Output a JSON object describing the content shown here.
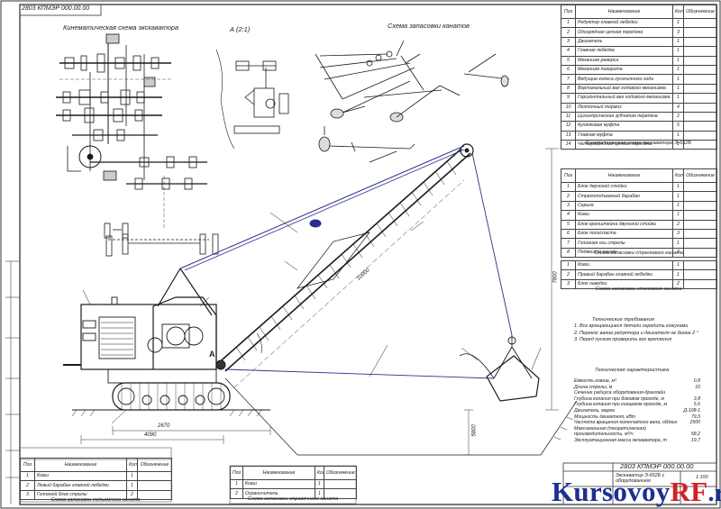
{
  "sheet": {
    "stamp_code": "2803 КПМЭР 000.00.00",
    "stamp_code_rotated": "2803 КПМЭР 000.00.00",
    "stamp_title": "Экскаватор Э-652Б с оборудованием",
    "stamp_scale": "1:100"
  },
  "views": {
    "kinematic_title": "Кинематическая схема экскаватора",
    "view_a_title": "А (2:1)",
    "ropes_title": "Схема запасовки канатов",
    "view_a_marker": "А"
  },
  "dimensions": {
    "boom_length": "10000",
    "width_a": "2670",
    "width_b": "4090",
    "height_a": "7800",
    "height_b": "5800"
  },
  "kinematic_table": {
    "headers": [
      "Поз",
      "Наименование",
      "Кол",
      "Обозначение"
    ],
    "rows": [
      [
        "1",
        "Редуктор главной лебедки",
        "1",
        ""
      ],
      [
        "2",
        "Однорядная цепная передача",
        "3",
        ""
      ],
      [
        "3",
        "Двигатель",
        "1",
        ""
      ],
      [
        "4",
        "Главная лебедка",
        "1",
        ""
      ],
      [
        "5",
        "Механизм реверса",
        "1",
        ""
      ],
      [
        "6",
        "Механизм поворота",
        "1",
        ""
      ],
      [
        "7",
        "Ведущие колеса гусеничного хода",
        "1",
        ""
      ],
      [
        "8",
        "Вертикальный вал ходового механизма",
        "1",
        ""
      ],
      [
        "9",
        "Горизонтальный вал ходового механизма",
        "1",
        ""
      ],
      [
        "10",
        "Ленточный тормоз",
        "4",
        ""
      ],
      [
        "11",
        "Цилиндрическая зубчатая передача",
        "2",
        ""
      ],
      [
        "12",
        "Кулачковая муфта",
        "5",
        ""
      ],
      [
        "13",
        "Главная муфта",
        "1",
        ""
      ],
      [
        "14",
        "Четырехрядная цепная передача",
        "1",
        ""
      ]
    ],
    "caption": "Кинематическая схема экскаватора Э-652Б"
  },
  "dragline_table": {
    "headers": [
      "Поз",
      "Наименование",
      "Кол",
      "Обозначение"
    ],
    "rows": [
      [
        "1",
        "Блок двуногой стойки",
        "1",
        ""
      ],
      [
        "2",
        "Стрелоподъемный барабан",
        "1",
        ""
      ],
      [
        "3",
        "Серьга",
        "1",
        ""
      ],
      [
        "4",
        "Ковш",
        "1",
        ""
      ],
      [
        "5",
        "Блок кронштейна двуногой стойки",
        "2",
        ""
      ],
      [
        "6",
        "Блок полиспаста",
        "3",
        ""
      ],
      [
        "7",
        "Головная ось стрелы",
        "1",
        ""
      ],
      [
        "8",
        "Подвесной канат",
        "2",
        ""
      ]
    ],
    "caption": "Схема запасовки стрелового каната"
  },
  "hoist_table": {
    "rows": [
      [
        "1",
        "Ковш",
        "1",
        ""
      ],
      [
        "2",
        "Правый барабан главной лебедки",
        "1",
        ""
      ],
      [
        "3",
        "Блок наводки",
        "2",
        ""
      ]
    ],
    "caption": "Схема запасовки стелового каната"
  },
  "tech_requirements": {
    "title": "Технические требования",
    "items": [
      "1. Все вращающиеся детали оградить кожухами",
      "2. Перекос валов редуктора и двигателя не более 2 °",
      "3. Перед пуском проверить все крепления"
    ]
  },
  "tech_characteristics": {
    "title": "Техническая характеристика",
    "items": [
      [
        "Емкость ковша, м³",
        "0,8"
      ],
      [
        "Длина стрелы, м",
        "10"
      ],
      [
        "Сечение радиуса оборудования-драглайн",
        ""
      ],
      [
        "Глубина копания при боковом проходе, м",
        "3,8"
      ],
      [
        "Глубина копания при концевом проходе, м",
        "5,6"
      ],
      [
        "Двигатель, марка",
        "Д-108-1"
      ],
      [
        "Мощность двигателя, кВт",
        "79,5"
      ],
      [
        "Частота вращения коленчатого вала, об/мин",
        "2500"
      ],
      [
        "Максимальная (теоретическая)",
        ""
      ],
      [
        "производительность, м³/ч",
        "58,2"
      ],
      [
        "Эксплуатационная масса экскаватора, т",
        "19,7"
      ]
    ]
  },
  "bottom_table_1": {
    "headers": [
      "Поз",
      "Наименование",
      "Кол",
      "Обозначение"
    ],
    "rows": [
      [
        "1",
        "Ковш",
        "1",
        ""
      ],
      [
        "2",
        "Левый барабан главной лебедки",
        "1",
        ""
      ],
      [
        "3",
        "Головной блок стрелы",
        "2",
        ""
      ]
    ],
    "caption": "Схема запасовки подъемного каната"
  },
  "bottom_table_2": {
    "headers": [
      "Поз",
      "Наименование",
      "Кол",
      "Обозначение"
    ],
    "rows": [
      [
        "1",
        "Ковш",
        "1",
        ""
      ],
      [
        "2",
        "Ограничитель",
        "1",
        ""
      ]
    ],
    "caption": "Схема запасовки оправочного каната"
  },
  "logo": {
    "part1": "Kursovoy",
    "part2": "RF",
    "part3": ".ru"
  },
  "colors": {
    "line": "#1a1a1a",
    "rope": "#2b2f8c",
    "logo_blue": "#1d2f8f",
    "logo_red": "#d41f26"
  }
}
